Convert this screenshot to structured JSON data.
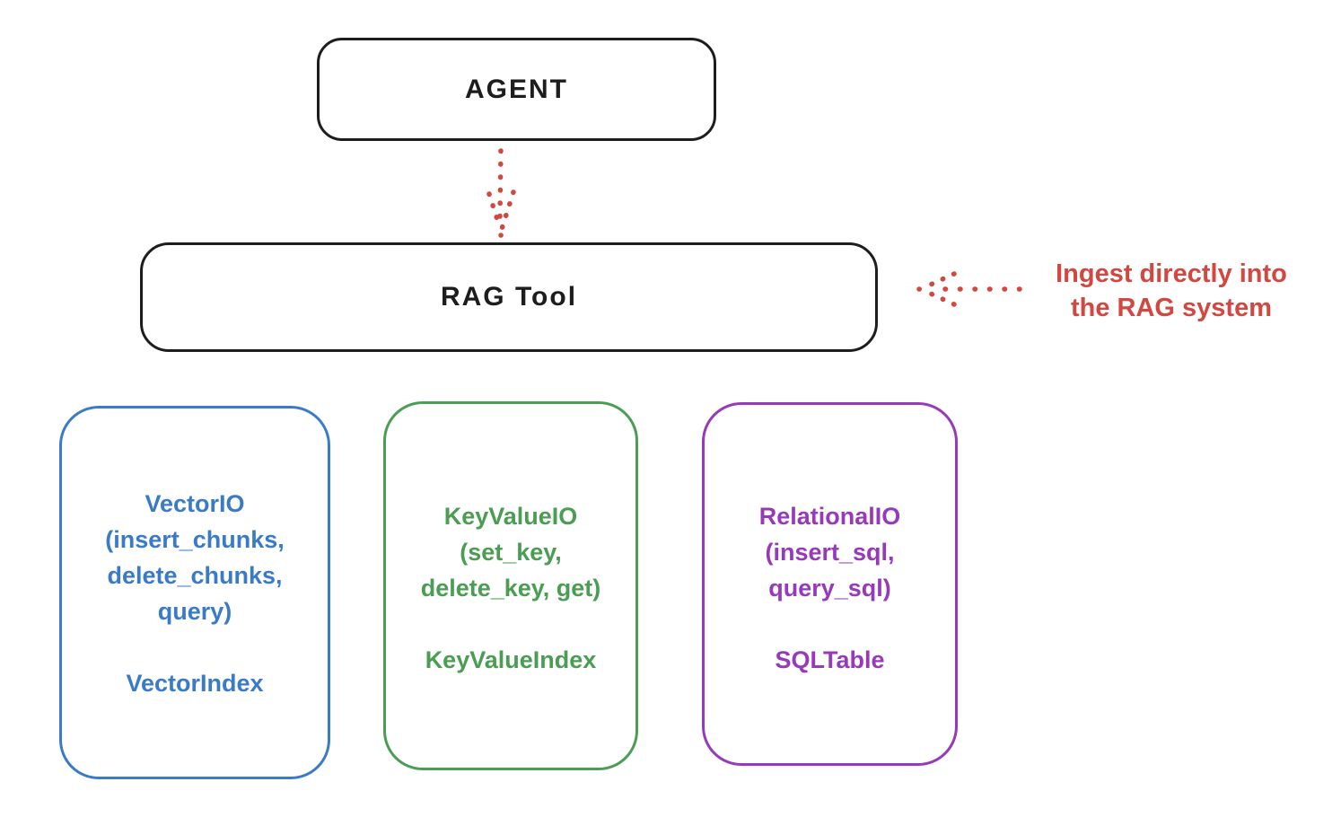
{
  "diagram": {
    "agent": {
      "label": "AGENT"
    },
    "rag_tool": {
      "label": "RAG Tool"
    },
    "annotation": {
      "line1": "Ingest directly into",
      "line2": "the RAG system"
    },
    "vector_box": {
      "line1": "VectorIO",
      "line2": "(insert_chunks,",
      "line3": "delete_chunks,",
      "line4": "query)",
      "index": "VectorIndex"
    },
    "keyvalue_box": {
      "line1": "KeyValueIO",
      "line2": "(set_key,",
      "line3": "delete_key, get)",
      "index": "KeyValueIndex"
    },
    "relational_box": {
      "line1": "RelationalIO",
      "line2": "(insert_sql,",
      "line3": "query_sql)",
      "index": "SQLTable"
    },
    "colors": {
      "background": "#ffffff",
      "stroke_black": "#1d1d1d",
      "accent_red": "#d2473f",
      "vector_blue": "#3a7bc8",
      "keyvalue_green": "#4a9d53",
      "relational_purple": "#9639bb"
    }
  }
}
